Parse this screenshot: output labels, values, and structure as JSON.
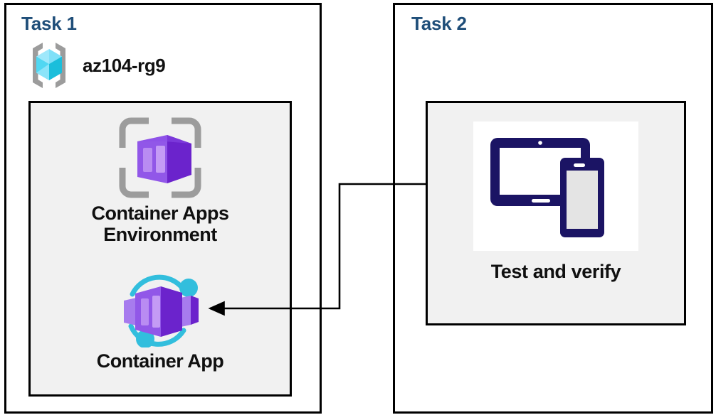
{
  "diagram": {
    "title_color": "#1F4E79",
    "background": "#ffffff",
    "panel_background": "#f1f1f1",
    "border_color": "#000000"
  },
  "task1": {
    "title": "Task 1",
    "resource_group": {
      "icon": "resource-group-cube-icon",
      "label": "az104-rg9"
    },
    "resources": [
      {
        "icon": "container-apps-environment-icon",
        "label_line1": "Container Apps",
        "label_line2": "Environment"
      },
      {
        "icon": "container-app-icon",
        "label_line1": "Container App",
        "label_line2": ""
      }
    ]
  },
  "task2": {
    "title": "Task 2",
    "resources": [
      {
        "icon": "devices-tablet-phone-icon",
        "label": "Test and verify"
      }
    ]
  },
  "connector": {
    "name": "test-to-container-app-arrow",
    "from": "Test and verify",
    "to": "Container App",
    "direction": "right-to-left",
    "color": "#000000"
  },
  "colors": {
    "cube_cyan_light": "#9FE8FB",
    "cube_cyan_mid": "#50D7F2",
    "cube_cyan_dark": "#1BBEDB",
    "bracket_gray": "#9C9C9C",
    "container_purple_light": "#A77BEE",
    "container_purple_mid": "#8B4DE8",
    "container_purple_dark": "#6B23CC",
    "accent_cyan": "#32BEDD",
    "device_navy": "#1B1464",
    "device_screen_gray": "#E4E4E4"
  }
}
